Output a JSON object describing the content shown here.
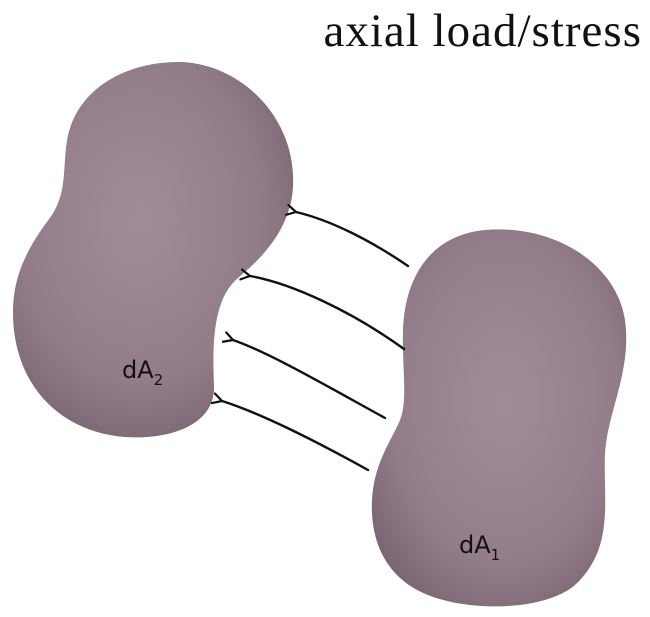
{
  "title": "axial load/stress",
  "shapes": {
    "left": {
      "label": "dA",
      "subscript": "2"
    },
    "right": {
      "label": "dA",
      "subscript": "1"
    }
  },
  "colors": {
    "blob_light": "#a28c98",
    "blob_dark": "#7b6673",
    "arrow": "#111111"
  }
}
